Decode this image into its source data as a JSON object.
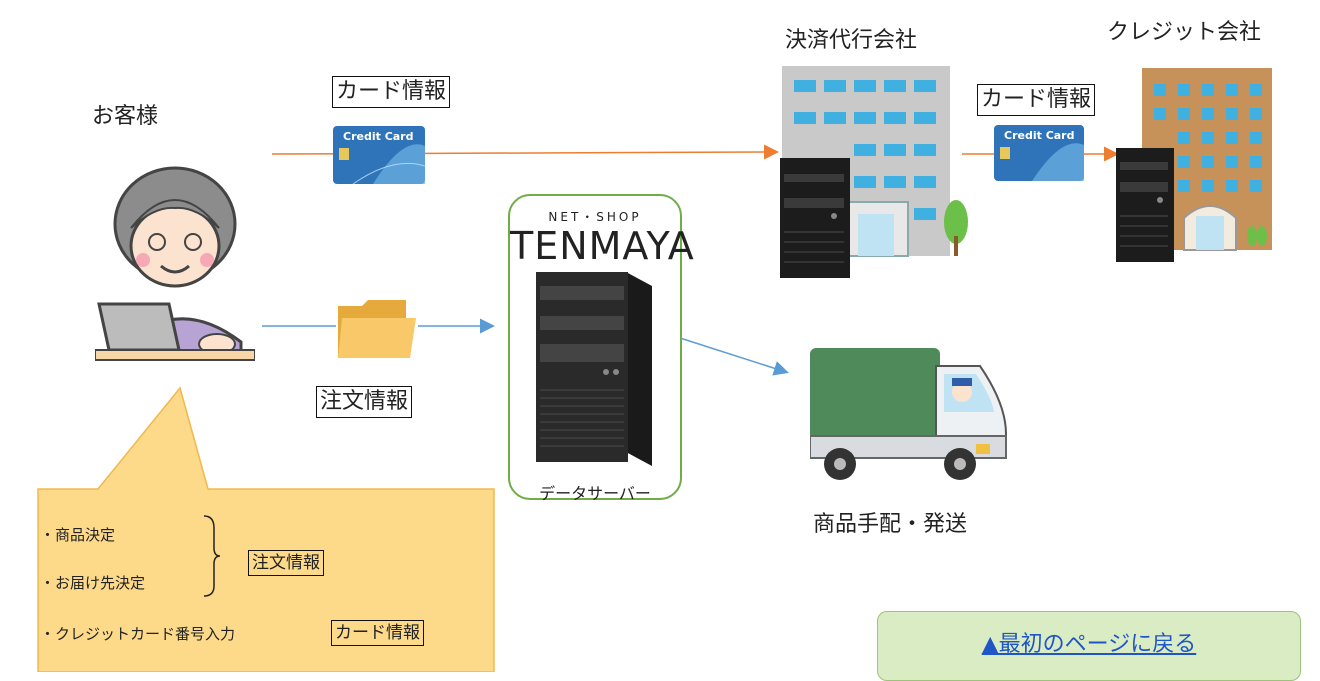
{
  "labels": {
    "customer": "お客様",
    "payment_agent": "決済代行会社",
    "credit_company": "クレジット会社",
    "card_info_top": "カード情報",
    "card_info_right": "カード情報",
    "order_info": "注文情報",
    "data_server": "データサーバー",
    "shipping": "商品手配・発送"
  },
  "shop": {
    "tagline": "NET・SHOP",
    "name": "TENMAYA"
  },
  "credit_card": {
    "brand_text": "Credit Card"
  },
  "callout": {
    "item1": "・商品決定",
    "item2": "・お届け先決定",
    "group_label": "注文情報",
    "item3": "・クレジットカード番号入力",
    "item3_label": "カード情報"
  },
  "nav": {
    "back_link": "▲最初のページに戻る"
  },
  "colors": {
    "arrow_orange": "#ed7d31",
    "arrow_blue": "#5b9bd5",
    "callout_fill": "#fdd98a",
    "callout_border": "#f2b84b",
    "server_border": "#70ad47",
    "button_fill": "#d9ecc4",
    "link_blue": "#1f55c7"
  }
}
